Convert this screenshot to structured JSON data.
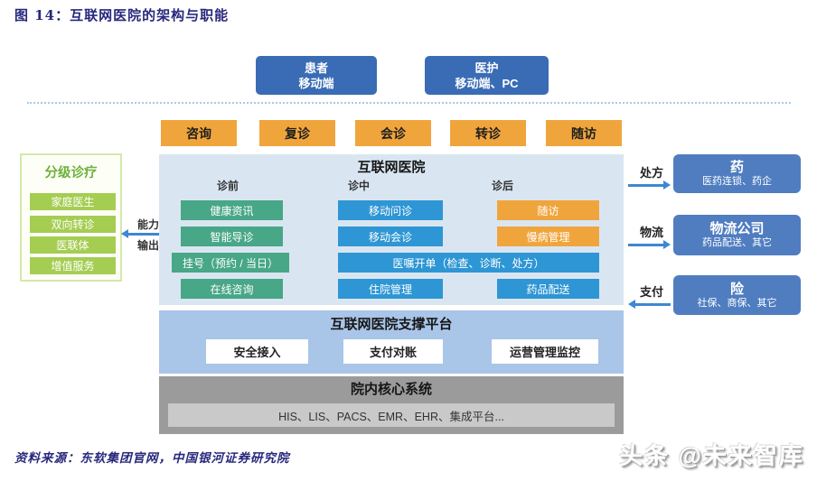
{
  "colors": {
    "navy": "#28287e",
    "orange": "#f0a53c",
    "clientblue": "#3a6cb5",
    "panelblue": "#d9e6f2",
    "teal": "#47a786",
    "cyan": "#2e96d4",
    "partnerblue": "#4f7dc0",
    "supportblue": "#a9c5e8",
    "coregray": "#9b9b9b",
    "coreinner": "#c9c9c9",
    "leafgreen": "#a5cd52",
    "greentitle": "#6fb03c",
    "arrowblue": "#3f87d2",
    "dashblue": "#a7c9e8",
    "leftbg": "#fdfff6",
    "leftborder": "#d4e8ab"
  },
  "figure": {
    "title": "图 14：互联网医院的架构与职能",
    "source": "资料来源：东软集团官网，中国银河证券研究院",
    "watermark": "头条 @未来智库"
  },
  "clients": {
    "patient": {
      "name": "患者",
      "channel": "移动端"
    },
    "staff": {
      "name": "医护",
      "channel": "移动端、PC"
    }
  },
  "services": [
    "咨询",
    "复诊",
    "会诊",
    "转诊",
    "随访"
  ],
  "hierarchical": {
    "title": "分级诊疗",
    "items": [
      "家庭医生",
      "双向转诊",
      "医联体",
      "增值服务"
    ],
    "arrow_top": "能力",
    "arrow_bottom": "输出"
  },
  "hospital": {
    "title": "互联网医院",
    "stages": [
      "诊前",
      "诊中",
      "诊后"
    ],
    "pre": [
      "健康资讯",
      "智能导诊",
      "挂号（预约 / 当日）",
      "在线咨询"
    ],
    "mid": [
      "移动问诊",
      "移动会诊",
      "医嘱开单（检查、诊断、处方）",
      "住院管理"
    ],
    "post": [
      "随访",
      "慢病管理",
      "药品配送"
    ]
  },
  "partners": {
    "pharma": {
      "flow": "处方",
      "title": "药",
      "subtitle": "医药连锁、药企"
    },
    "logistics": {
      "flow": "物流",
      "title": "物流公司",
      "subtitle": "药品配送、其它"
    },
    "insurance": {
      "flow": "支付",
      "title": "险",
      "subtitle": "社保、商保、其它"
    }
  },
  "platform": {
    "title": "互联网医院支撑平台",
    "items": [
      "安全接入",
      "支付对账",
      "运营管理监控"
    ]
  },
  "core": {
    "title": "院内核心系统",
    "systems": "HIS、LIS、PACS、EMR、EHR、集成平台..."
  }
}
